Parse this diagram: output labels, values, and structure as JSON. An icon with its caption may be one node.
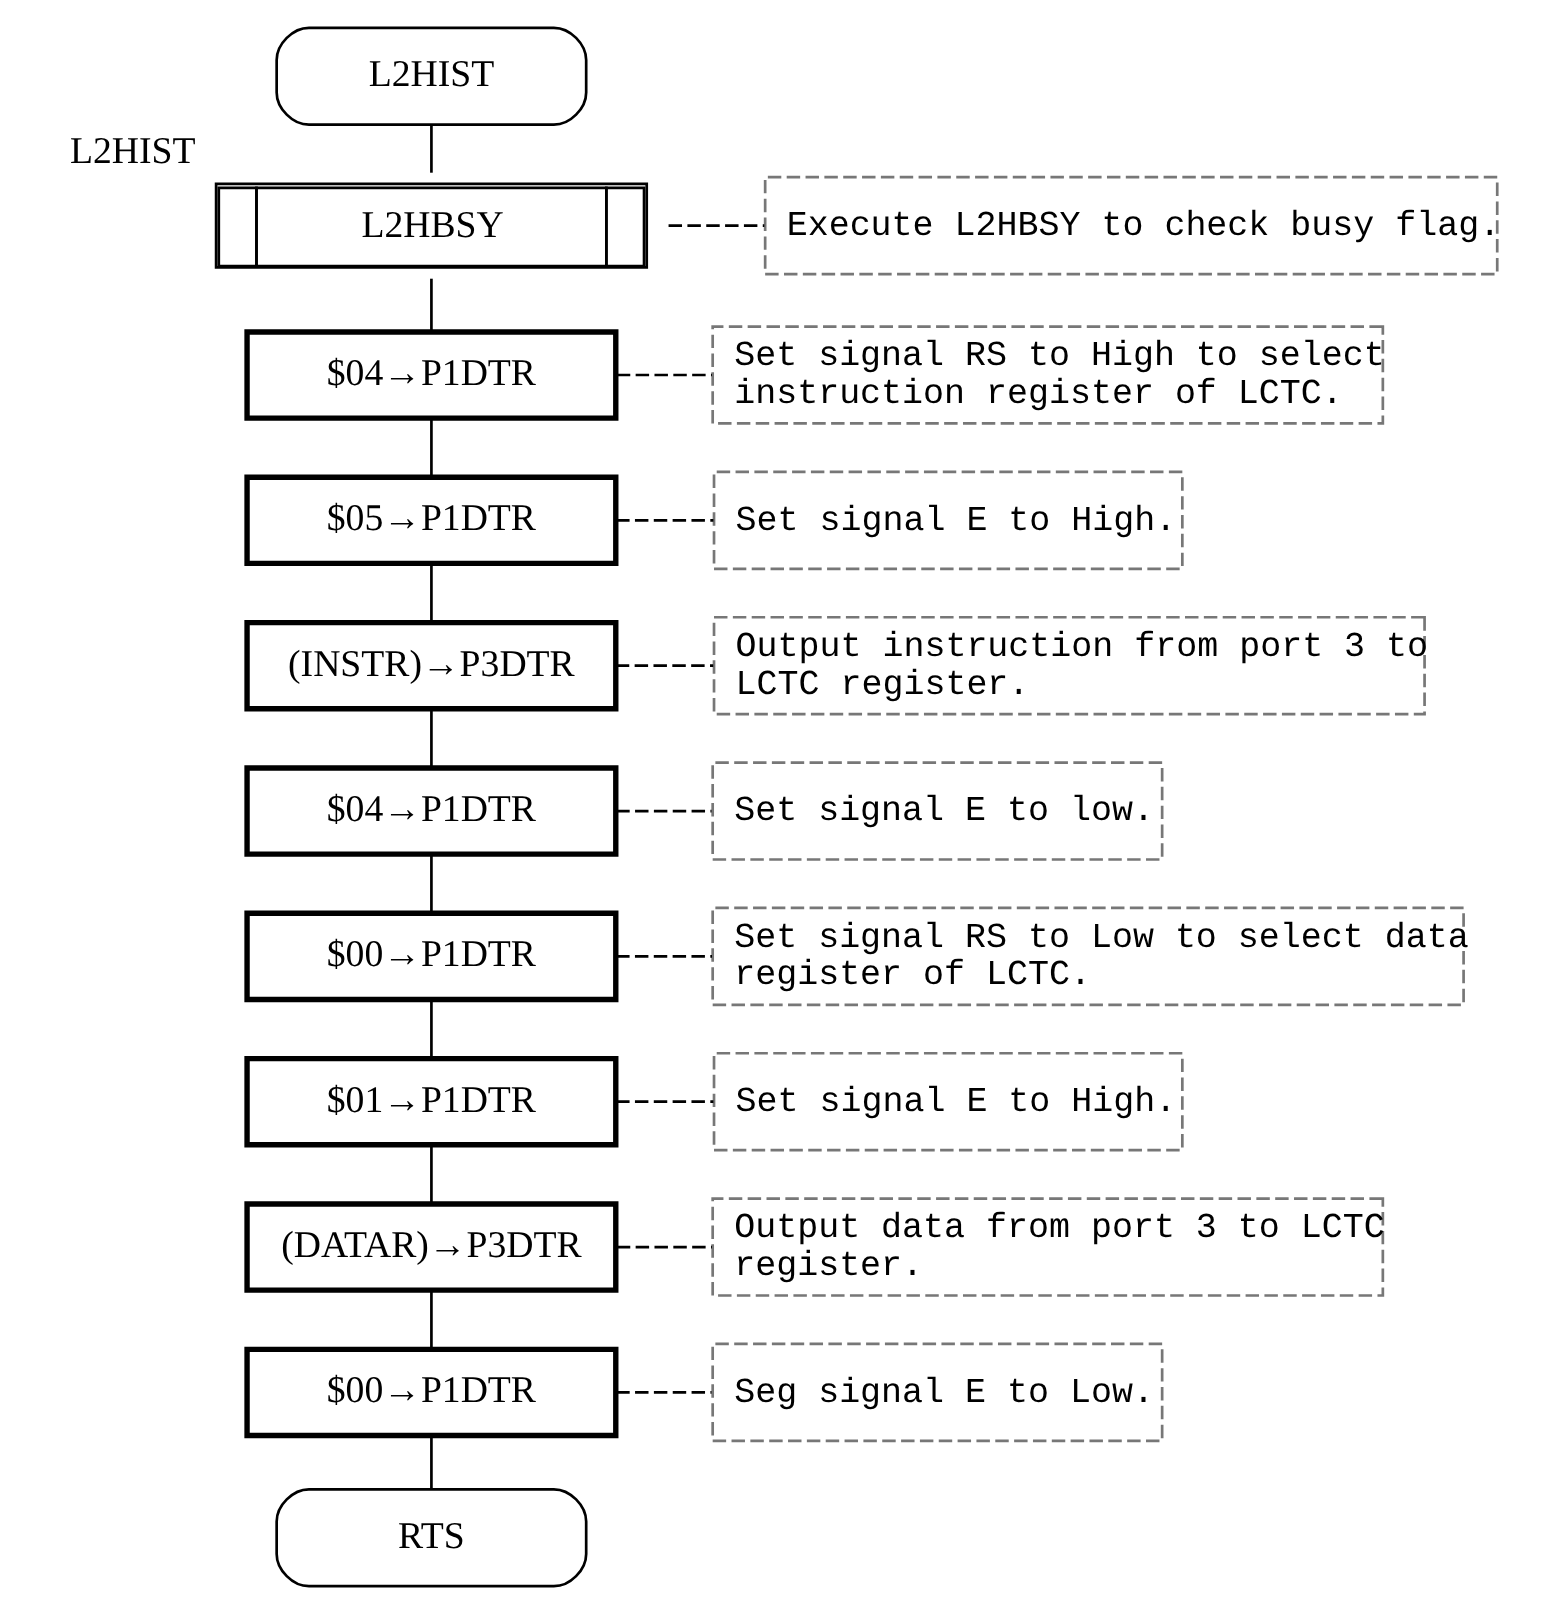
{
  "diagram": {
    "nodes": [
      {
        "text": [
          "L2HIST"
        ]
      },
      {
        "text": [
          "L2HBSY"
        ],
        "beside": [
          "L2HIST"
        ]
      },
      {
        "text": [
          "$04→P1DTR"
        ]
      },
      {
        "text": [
          "$05→P1DTR"
        ]
      },
      {
        "text": [
          "(INSTR)→P3DTR"
        ]
      },
      {
        "text": [
          "$04→P1DTR"
        ]
      },
      {
        "text": [
          "$00→P1DTR"
        ]
      },
      {
        "text": [
          "$01→P1DTR"
        ]
      },
      {
        "text": [
          "(DATAR)→P3DTR"
        ]
      },
      {
        "text": [
          "$00→P1DTR"
        ]
      },
      {
        "text": [
          "RTS"
        ]
      },
      {
        "text": [
          "Execute L2HBSY to check busy flag."
        ]
      },
      {
        "text": [
          "Set signal RS to High to select instruction register of LCTC."
        ]
      },
      {
        "text": [
          "Set signal E to High."
        ]
      },
      {
        "text": [
          "Output instruction from port 3 to LCTC register."
        ]
      },
      {
        "text": [
          "Set signal E to low."
        ]
      },
      {
        "text": [
          "Set signal RS to Low to select data register of LCTC."
        ]
      },
      {
        "text": [
          "Set signal E to High."
        ]
      },
      {
        "text": [
          "Output data from port 3 to LCTC register."
        ]
      },
      {
        "text": [
          "Seg signal E to Low."
        ]
      }
    ],
    "edges": [
      {
        "from": 0,
        "to": 1,
        "arrow": "none"
      },
      {
        "from": 1,
        "to": 2,
        "arrow": "none"
      },
      {
        "from": 2,
        "to": 3,
        "arrow": "none"
      },
      {
        "from": 3,
        "to": 4,
        "arrow": "none"
      },
      {
        "from": 4,
        "to": 5,
        "arrow": "none"
      },
      {
        "from": 5,
        "to": 6,
        "arrow": "none"
      },
      {
        "from": 6,
        "to": 7,
        "arrow": "none"
      },
      {
        "from": 7,
        "to": 8,
        "arrow": "none"
      },
      {
        "from": 8,
        "to": 9,
        "arrow": "none"
      },
      {
        "from": 9,
        "to": 10,
        "arrow": "none"
      },
      {
        "from": 1,
        "to": 11,
        "arrow": "none",
        "style": "dashed"
      },
      {
        "from": 2,
        "to": 12,
        "arrow": "none",
        "style": "dashed"
      },
      {
        "from": 3,
        "to": 13,
        "arrow": "none",
        "style": "dashed"
      },
      {
        "from": 4,
        "to": 14,
        "arrow": "none",
        "style": "dashed"
      },
      {
        "from": 5,
        "to": 15,
        "arrow": "none",
        "style": "dashed"
      },
      {
        "from": 6,
        "to": 16,
        "arrow": "none",
        "style": "dashed"
      },
      {
        "from": 7,
        "to": 17,
        "arrow": "none",
        "style": "dashed"
      },
      {
        "from": 8,
        "to": 18,
        "arrow": "none",
        "style": "dashed"
      },
      {
        "from": 9,
        "to": 19,
        "arrow": "none",
        "style": "dashed"
      }
    ]
  }
}
